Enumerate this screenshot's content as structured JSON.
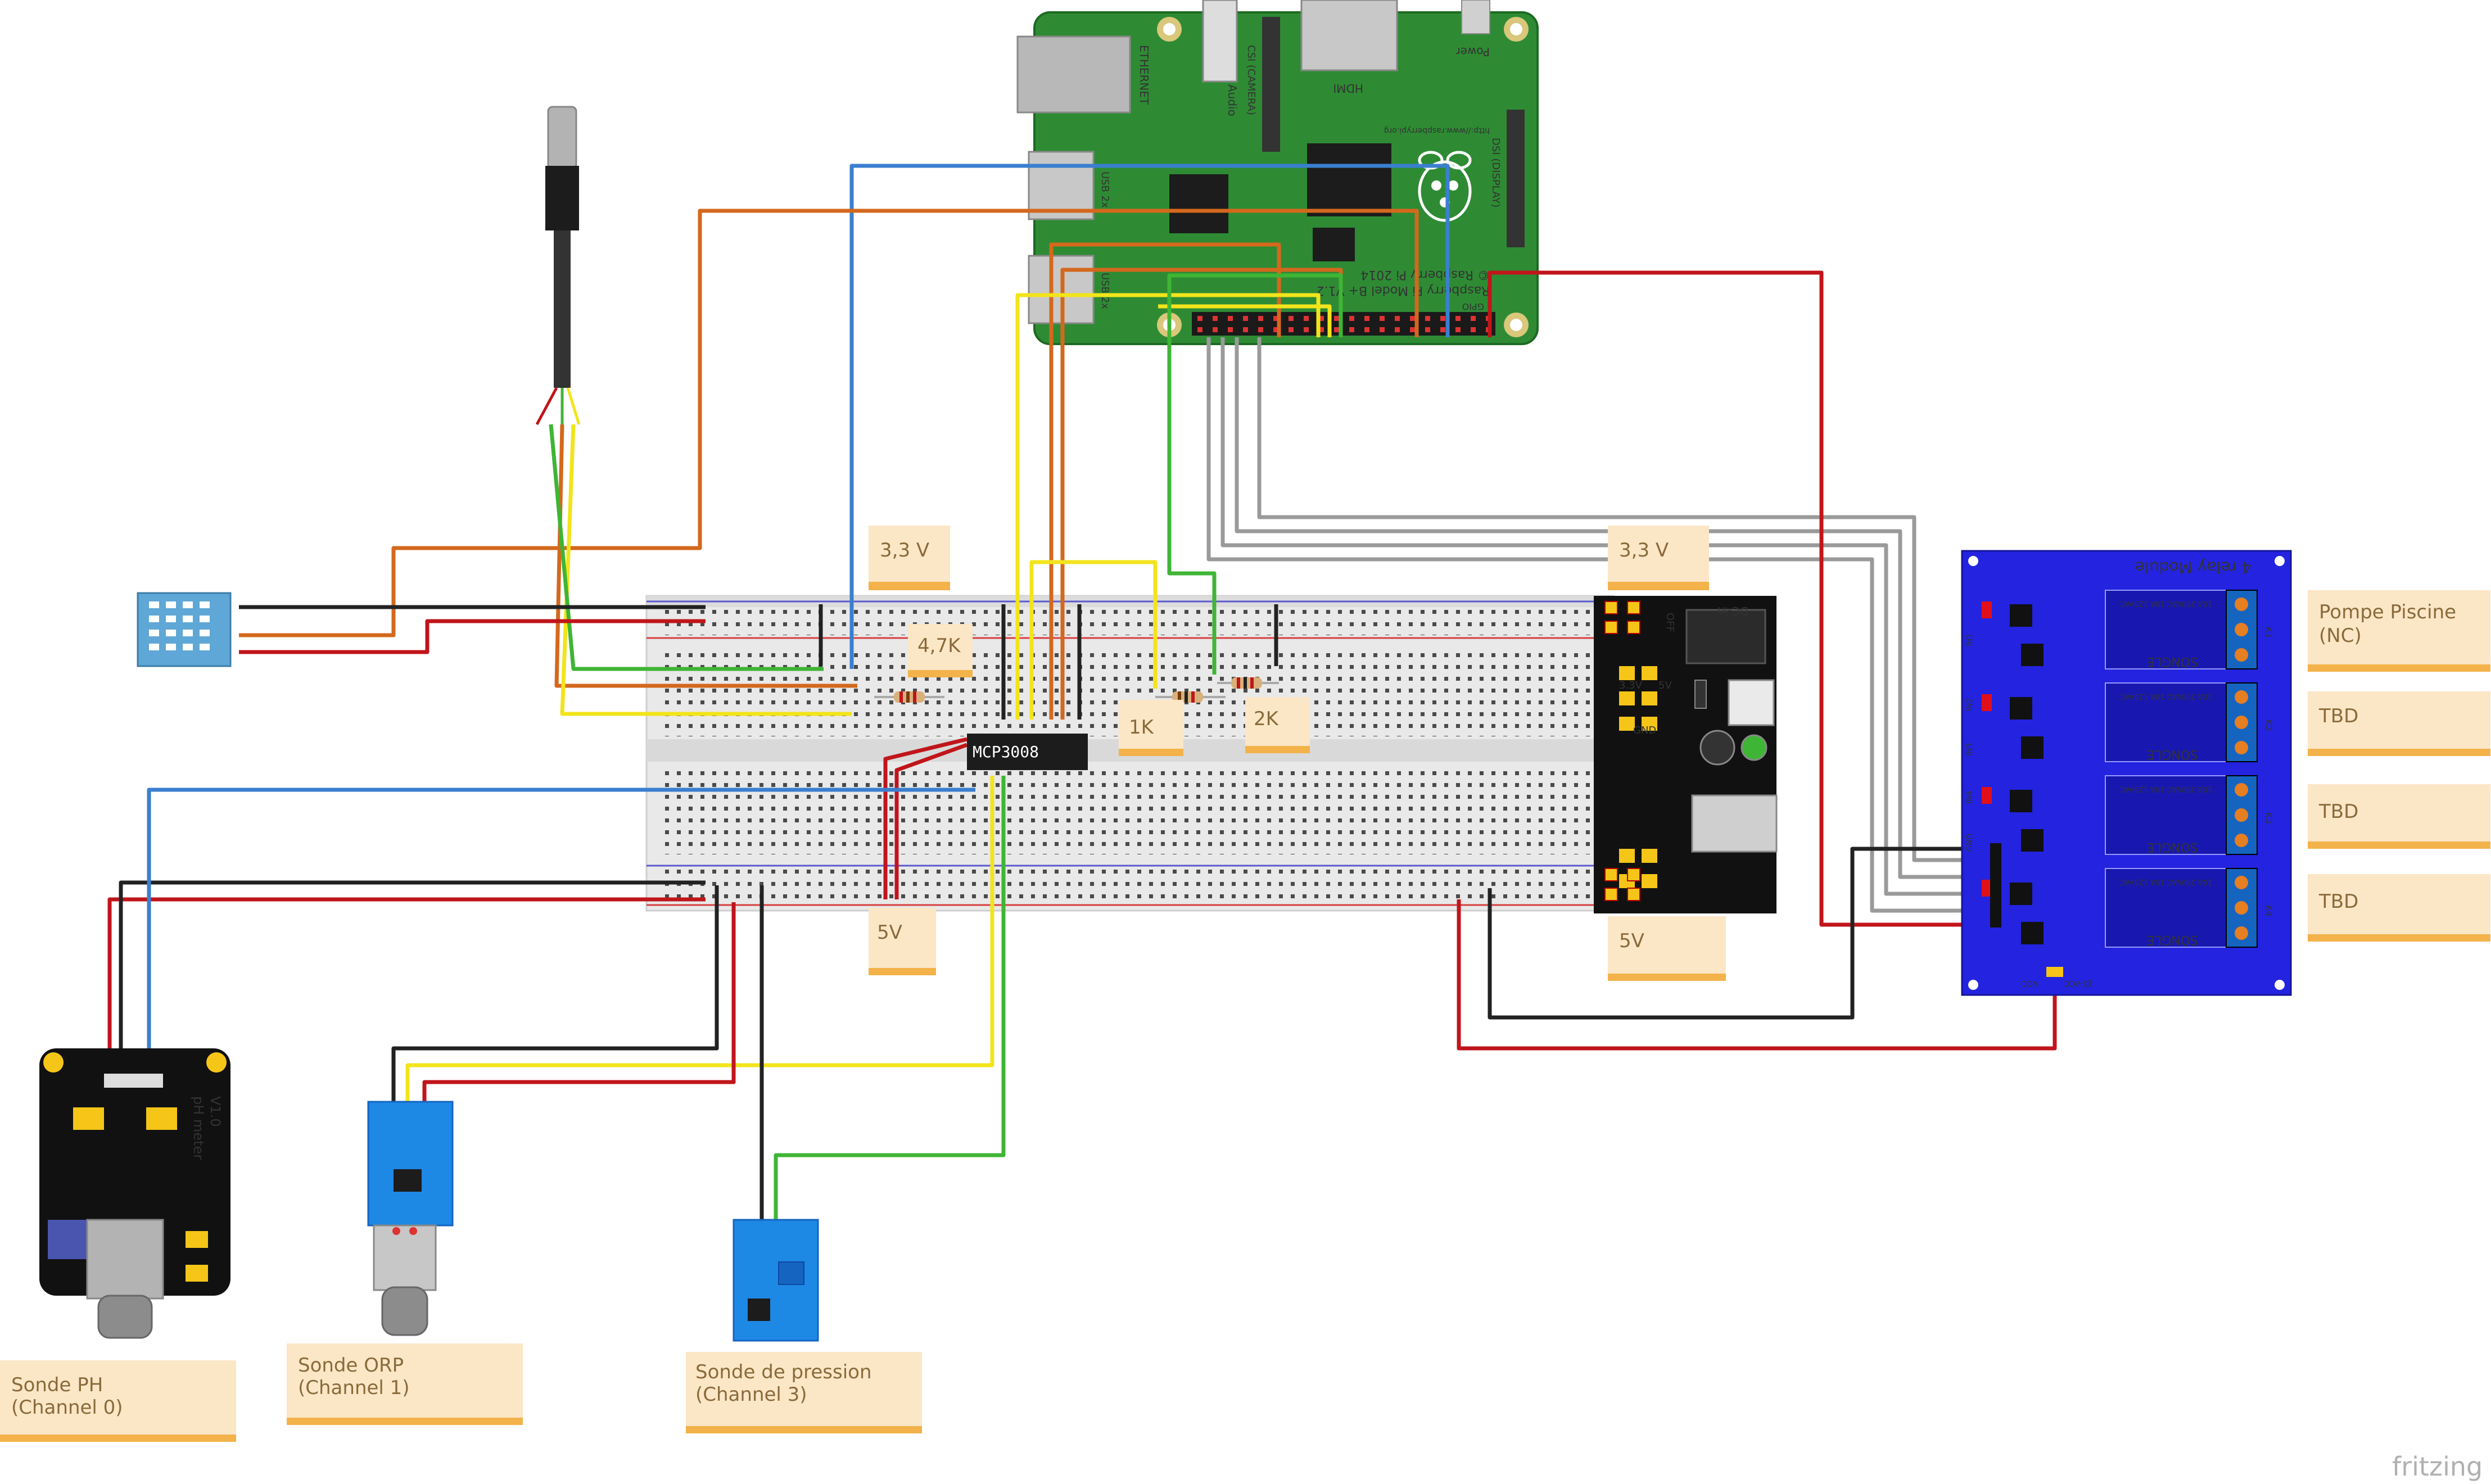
{
  "notes": {
    "v33_left": "3,3 V",
    "v33_right": "3,3 V",
    "r47k": "4,7K",
    "r1k": "1K",
    "r2k": "2K",
    "v5_left": "5V",
    "v5_right": "5V",
    "relay1": "Pompe Piscine\n(NC)",
    "relay2": "TBD",
    "relay3": "TBD",
    "relay4": "TBD",
    "sonde_ph": "Sonde PH\n(Channel 0)",
    "sonde_orp": "Sonde ORP\n(Channel 1)",
    "sonde_pression": "Sonde de pression\n(Channel 3)"
  },
  "components": {
    "mcp": "MCP3008",
    "relay_title": "4 relay Module",
    "ph_board_a": "pH meter",
    "ph_board_b": "V1.0",
    "rpi_model": "Raspberry Pi Model B+ V1.2",
    "rpi_copy": "© Raspberry Pi 2014",
    "rpi_url": "http://www.raspberrypi.org",
    "rpi_gpio": "GPIO",
    "rpi_ethernet": "ETHERNET",
    "rpi_hdmi": "HDMI",
    "rpi_audio": "Audio",
    "rpi_power": "Power",
    "rpi_camera": "CSI (CAMERA)",
    "rpi_usb1": "USB 2x",
    "rpi_usb2": "USB 2x",
    "rpi_display": "DSI (DISPLAY)",
    "psu_dcin": "DC-in",
    "psu_33": "3.3V",
    "psu_5v": "5V",
    "psu_gnd": "GND",
    "psu_off": "OFF",
    "relay_songle": "SONGLE",
    "relay_spec": "10A 250VAC  10A 125VAC",
    "relay_vcc": "VCC",
    "relay_jdvcc": "JD-VCC",
    "relay_gnd": "GND",
    "relay_in": [
      "IN1",
      "IN2",
      "IN3",
      "IN4"
    ],
    "relay_k": [
      "K1",
      "K2",
      "K3",
      "K4"
    ],
    "watermark": "fritzing"
  },
  "colors": {
    "black": "#222222",
    "red": "#c0151b",
    "orange": "#d4681d",
    "blue": "#3b7fcf",
    "yellow": "#f2e41b",
    "green": "#3fb535",
    "gray": "#9a9a9a",
    "rpi_board": "#2e8b34",
    "relay_board": "#2323e0",
    "note_fill": "#fbe6c6",
    "note_edge": "#f3b24a"
  }
}
